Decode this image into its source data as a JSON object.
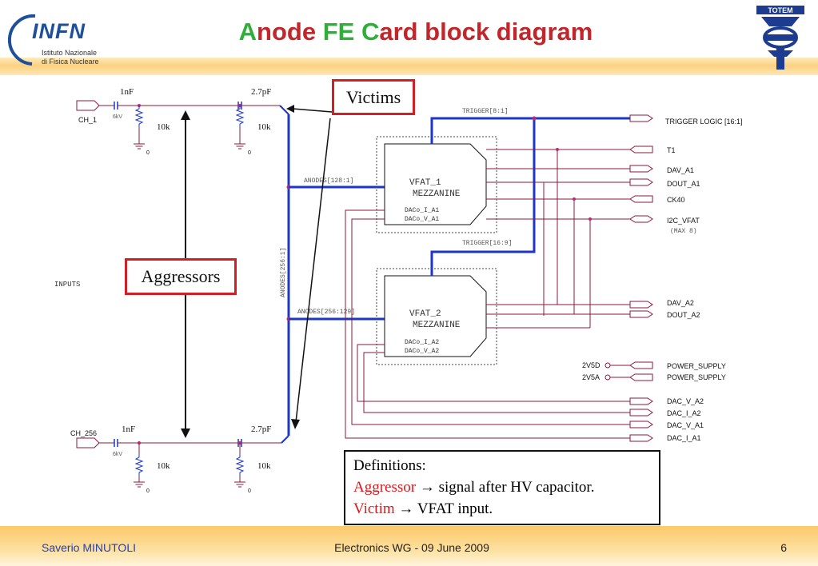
{
  "header": {
    "title_a1": "A",
    "title_a2": "node ",
    "title_b1": "FE ",
    "title_c1": "C",
    "title_c2": "ard block diagram",
    "left_logo_text": "INFN",
    "left_logo_sub1": "Istituto Nazionale",
    "left_logo_sub2": "di Fisica Nucleare",
    "right_logo_text": "TOTEM"
  },
  "schematic": {
    "inputs_label": "INPUTS",
    "ch1": "CH_1",
    "ch256": "CH_256",
    "cap_hv": "1nF",
    "cap_in": "2.7pF",
    "res": "10k",
    "hv": "6kV",
    "gnd": "0",
    "bus_anodes_all": "ANODES[256:1]",
    "bus_anodes_1": "ANODES[128:1]",
    "bus_anodes_2": "ANODES[256:129]",
    "bus_trigger_1": "TRIGGER[8:1]",
    "bus_trigger_2": "TRIGGER[16:9]",
    "vfat1_line1": "VFAT_1",
    "vfat1_line2": "MEZZANINE",
    "vfat1_dac_i": "DACo_I_A1",
    "vfat1_dac_v": "DACo_V_A1",
    "vfat2_line1": "VFAT_2",
    "vfat2_line2": "MEZZANINE",
    "vfat2_dac_i": "DACo_I_A2",
    "vfat2_dac_v": "DACo_V_A2",
    "ports": {
      "trigger_logic": "TRIGGER LOGIC [16:1]",
      "t1": "T1",
      "dav_a1": "DAV_A1",
      "dout_a1": "DOUT_A1",
      "ck40": "CK40",
      "i2c": "I2C_VFAT",
      "i2c_max": "(MAX 8)",
      "dav_a2": "DAV_A2",
      "dout_a2": "DOUT_A2",
      "v2v5d": "2V5D",
      "v2v5a": "2V5A",
      "ps1": "POWER_SUPPLY",
      "ps2": "POWER_SUPPLY",
      "dac_v_a2": "DAC_V_A2",
      "dac_i_a2": "DAC_I_A2",
      "dac_v_a1": "DAC_V_A1",
      "dac_i_a1": "DAC_I_A1"
    }
  },
  "callouts": {
    "victims": "Victims",
    "aggressors": "Aggressors"
  },
  "definitions": {
    "heading": "Definitions:",
    "aggressor_term": "Aggressor",
    "aggressor_text": "signal after HV capacitor.",
    "victim_term": "Victim",
    "victim_text": "VFAT input.",
    "arrow": "→"
  },
  "footer": {
    "author_first": "Saverio",
    "author_last": "MINUTOLI",
    "event": "Electronics WG - 09 June 2009",
    "page": "6"
  },
  "colors": {
    "title_red": "#c0262a",
    "title_green": "#2fae3a",
    "bus_blue": "#1c36c8",
    "wire_maroon": "#8b1a3a",
    "callout_red": "#d11f26",
    "footer_blue": "#1f3fbf"
  }
}
